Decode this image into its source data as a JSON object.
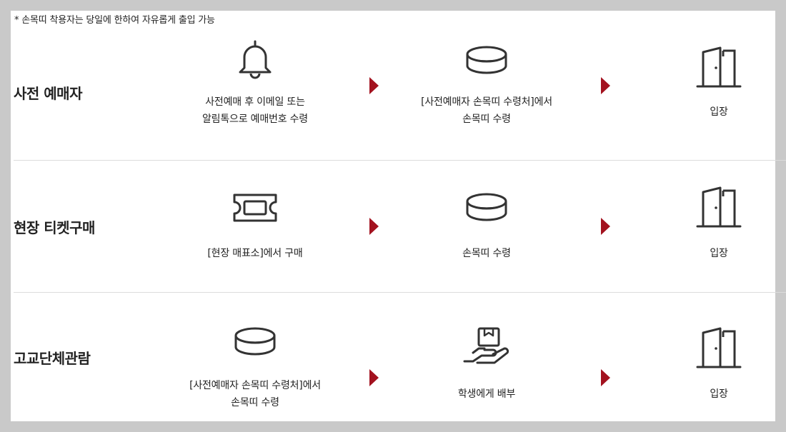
{
  "notice": "* 손목띠 착용자는 당일에 한하여 자유롭게 출입 가능",
  "colors": {
    "accent_arrow": "#a3121f",
    "icon_stroke": "#333333",
    "divider": "#dcdcdc"
  },
  "rows": [
    {
      "title": "사전 예매자",
      "steps": [
        {
          "icon": "bell-icon",
          "line1": "사전예매 후 이메일 또는",
          "line2": "알림톡으로 예매번호 수령"
        },
        {
          "icon": "wristband-icon",
          "line1": "[사전예매자 손목띠 수령처]에서",
          "line2": "손목띠 수령"
        },
        {
          "icon": "door-icon",
          "line1": "입장",
          "line2": ""
        }
      ]
    },
    {
      "title": "현장 티켓구매",
      "steps": [
        {
          "icon": "ticket-icon",
          "line1": "[현장 매표소]에서 구매",
          "line2": ""
        },
        {
          "icon": "wristband-icon",
          "line1": "손목띠 수령",
          "line2": ""
        },
        {
          "icon": "door-icon",
          "line1": "입장",
          "line2": ""
        }
      ]
    },
    {
      "title": "고교단체관람",
      "steps": [
        {
          "icon": "wristband-icon",
          "line1": "[사전예매자 손목띠 수령처]에서",
          "line2": "손목띠 수령"
        },
        {
          "icon": "hand-box-icon",
          "line1": "학생에게 배부",
          "line2": ""
        },
        {
          "icon": "door-icon",
          "line1": "입장",
          "line2": ""
        }
      ]
    }
  ]
}
